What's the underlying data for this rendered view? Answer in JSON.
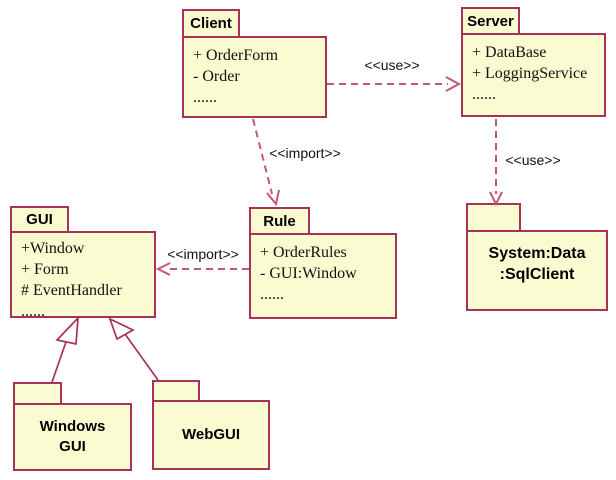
{
  "colors": {
    "background": "#ffffff",
    "package_fill": "#fbfbd1",
    "package_border": "#a63357",
    "arrow": "#c65678",
    "text": "#111111"
  },
  "packages": {
    "client": {
      "name": "Client",
      "members": [
        "+ OrderForm",
        "- Order",
        "......"
      ]
    },
    "server": {
      "name": "Server",
      "members": [
        "+ DataBase",
        "+ LoggingService",
        "......"
      ]
    },
    "gui": {
      "name": "GUI",
      "members": [
        "+Window",
        "+ Form",
        "# EventHandler",
        "......"
      ]
    },
    "rule": {
      "name": "Rule",
      "members": [
        "+ OrderRules",
        "- GUI:Window",
        "......"
      ]
    },
    "sql_client": {
      "name_line1": "System:Data",
      "name_line2": ":SqlClient"
    },
    "windows_gui": {
      "name_line1": "Windows",
      "name_line2": "GUI"
    },
    "web_gui": {
      "name": "WebGUI"
    }
  },
  "relationships": {
    "client_to_server": {
      "label": "<<use>>",
      "type": "dependency",
      "style": "dashed"
    },
    "client_to_rule": {
      "label": "<<import>>",
      "type": "dependency",
      "style": "dashed"
    },
    "rule_to_gui": {
      "label": "<<import>>",
      "type": "dependency",
      "style": "dashed"
    },
    "server_to_sqlclient": {
      "label": "<<use>>",
      "type": "dependency",
      "style": "dashed"
    },
    "windowsgui_to_gui": {
      "type": "generalization",
      "style": "solid"
    },
    "webgui_to_gui": {
      "type": "generalization",
      "style": "solid"
    }
  }
}
